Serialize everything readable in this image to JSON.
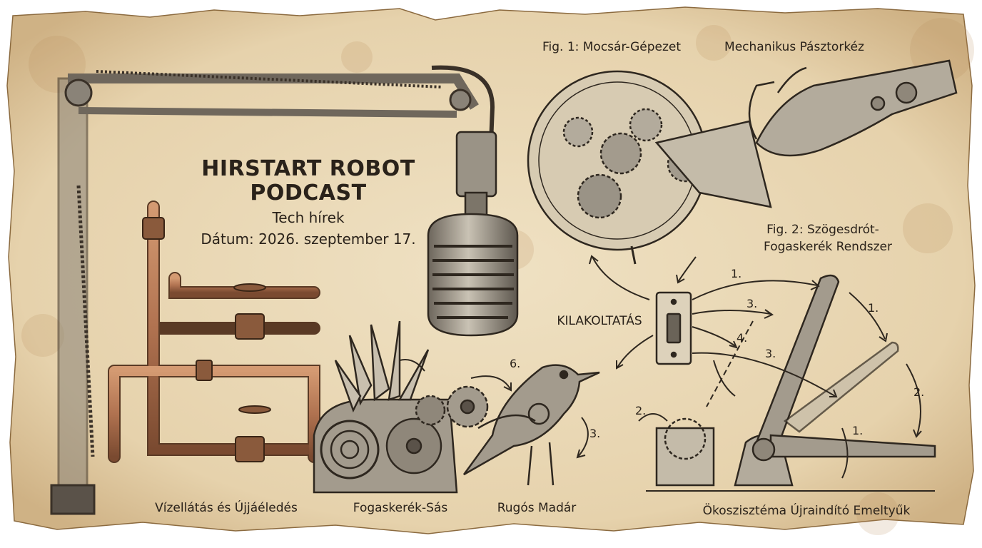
{
  "header": {
    "title_line1": "HIRSTART ROBOT",
    "title_line2": "PODCAST",
    "subtitle": "Tech hírek",
    "date": "Dátum: 2026. szeptember 17."
  },
  "figures": {
    "fig1": "Fig. 1: Mocsár-Gépezet",
    "hand": "Mechanikus Pásztorkéz",
    "fig2_line1": "Fig. 2: Szögesdrót-",
    "fig2_line2": "Fogaskerék Rendszer",
    "switch_label": "KILAKOLTATÁS"
  },
  "captions": {
    "water": "Vízellátás és Újjáéledés",
    "gear_reed": "Fogaskerék-Sás",
    "bird": "Rugós Madár",
    "levers": "Ökoszisztéma Újraindító Emeltyűk"
  },
  "step_numbers": [
    "1.",
    "3.",
    "4.",
    "3.",
    "1.",
    "2.",
    "2.",
    "1.",
    "6.",
    "3."
  ],
  "colors": {
    "paper": "#ecdcbc",
    "ink": "#2a221a",
    "copper": "#b07250",
    "steel": "#8a8378"
  }
}
